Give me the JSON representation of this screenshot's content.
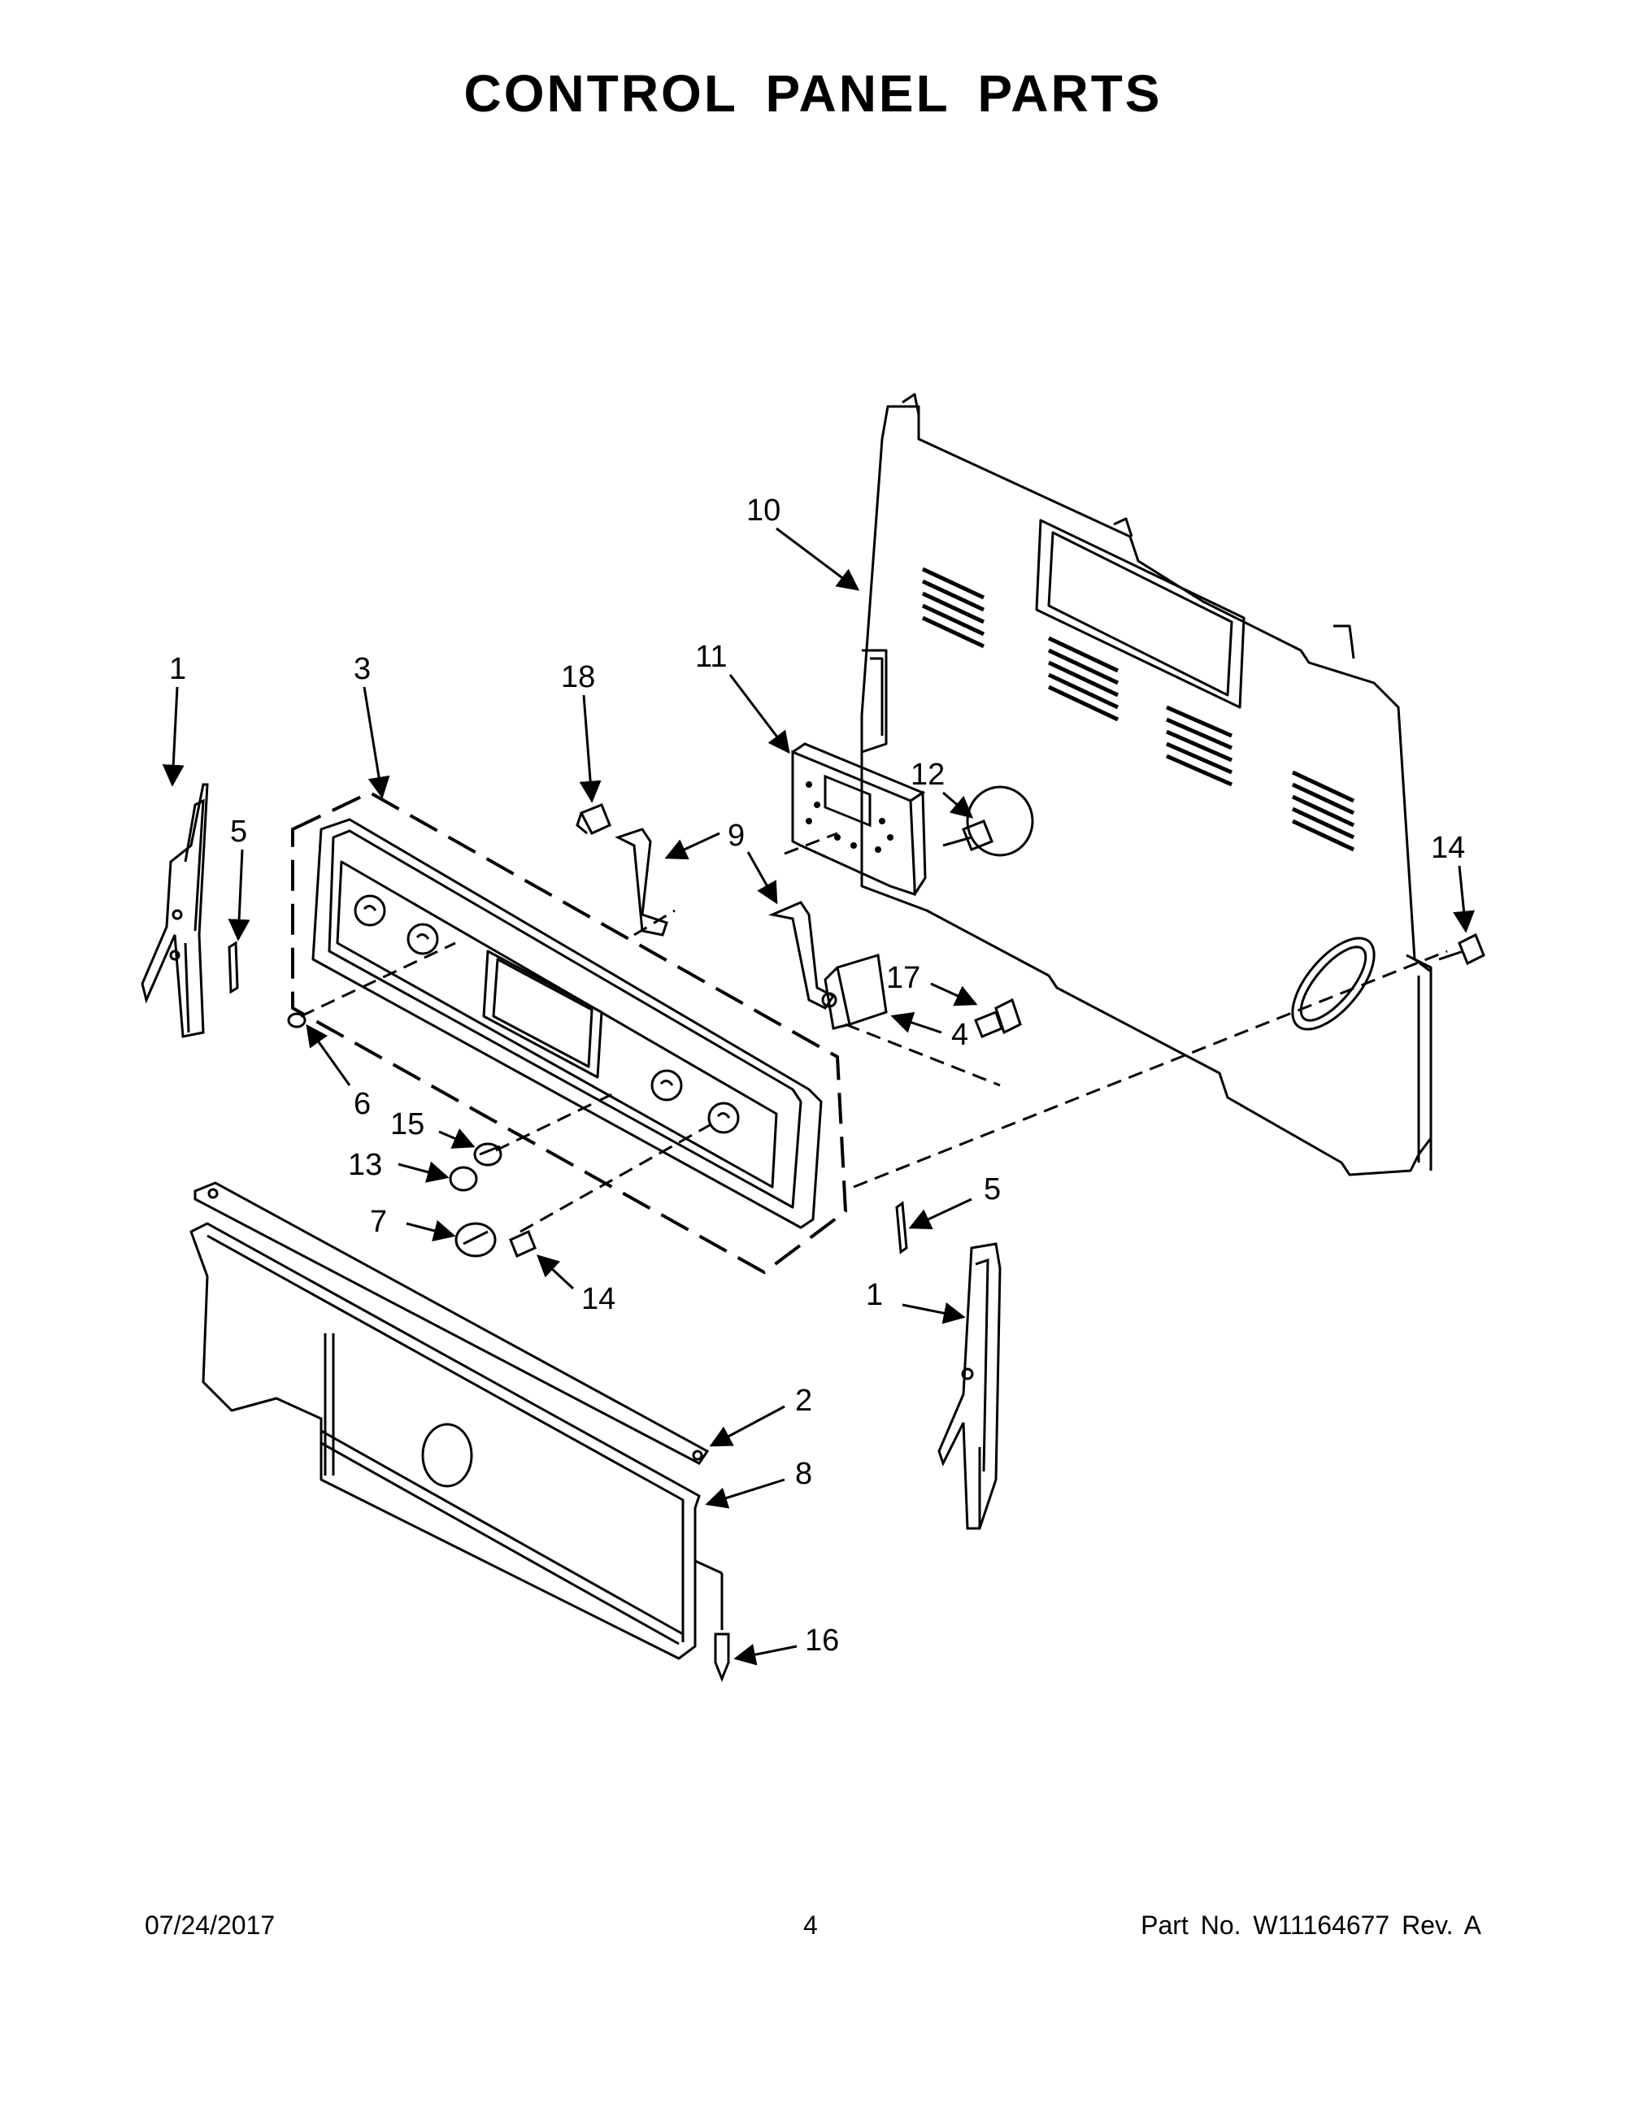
{
  "title": "CONTROL PANEL PARTS",
  "callouts": {
    "c1_left": "1",
    "c1_right": "1",
    "c2": "2",
    "c3": "3",
    "c4": "4",
    "c5_left": "5",
    "c5_right": "5",
    "c6": "6",
    "c7": "7",
    "c8": "8",
    "c9": "9",
    "c10": "10",
    "c11": "11",
    "c12": "12",
    "c13": "13",
    "c14_left": "14",
    "c14_right": "14",
    "c15": "15",
    "c16": "16",
    "c17": "17",
    "c18": "18"
  },
  "footer": {
    "date": "07/24/2017",
    "page": "4",
    "part_number": "Part No.  W11164677  Rev.  A"
  }
}
